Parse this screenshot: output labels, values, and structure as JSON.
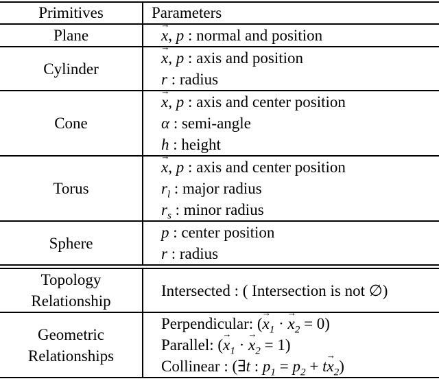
{
  "page": {
    "background": "#ffffff",
    "text_color": "#000000",
    "rule_color": "#000000"
  },
  "table": {
    "columns": [
      "Primitives",
      "Parameters"
    ],
    "rows": [
      {
        "group": "primitive",
        "label_lines": [
          "Plane"
        ],
        "param_lines": [
          [
            {
              "v": "x"
            },
            {
              "t": ", "
            },
            {
              "m": "p"
            },
            {
              "t": " : normal and position"
            }
          ]
        ]
      },
      {
        "group": "primitive",
        "label_lines": [
          "Cylinder"
        ],
        "param_lines": [
          [
            {
              "v": "x"
            },
            {
              "t": ", "
            },
            {
              "m": "p"
            },
            {
              "t": " : axis and position"
            }
          ],
          [
            {
              "m": "r"
            },
            {
              "t": " : radius"
            }
          ]
        ]
      },
      {
        "group": "primitive",
        "label_lines": [
          "Cone"
        ],
        "param_lines": [
          [
            {
              "v": "x"
            },
            {
              "t": ", "
            },
            {
              "m": "p"
            },
            {
              "t": " : axis and center position"
            }
          ],
          [
            {
              "m": "α"
            },
            {
              "t": " : semi-angle"
            }
          ],
          [
            {
              "m": "h"
            },
            {
              "t": " : height"
            }
          ]
        ]
      },
      {
        "group": "primitive",
        "label_lines": [
          "Torus"
        ],
        "param_lines": [
          [
            {
              "v": "x"
            },
            {
              "t": ", "
            },
            {
              "m": "p"
            },
            {
              "t": " : axis and center position"
            }
          ],
          [
            {
              "m": "r"
            },
            {
              "s": "l"
            },
            {
              "t": " : major radius"
            }
          ],
          [
            {
              "m": "r"
            },
            {
              "s": "s"
            },
            {
              "t": " : minor radius"
            }
          ]
        ]
      },
      {
        "group": "primitive",
        "label_lines": [
          "Sphere"
        ],
        "param_lines": [
          [
            {
              "m": "p"
            },
            {
              "t": " : center position"
            }
          ],
          [
            {
              "m": "r"
            },
            {
              "t": " : radius"
            }
          ]
        ]
      },
      {
        "group": "relationship",
        "section_break": true,
        "label_lines": [
          "Topology",
          "Relationship"
        ],
        "param_lines": [
          [
            {
              "t": "Intersected : ( Intersection is not ∅)"
            }
          ]
        ]
      },
      {
        "group": "relationship",
        "label_lines": [
          "Geometric",
          "Relationships"
        ],
        "param_lines": [
          [
            {
              "t": "Perpendicular: ("
            },
            {
              "v": "x"
            },
            {
              "s": "1"
            },
            {
              "t": " · "
            },
            {
              "v": "x"
            },
            {
              "s": "2"
            },
            {
              "t": " = 0)"
            }
          ],
          [
            {
              "t": "Parallel: ("
            },
            {
              "v": "x"
            },
            {
              "s": "1"
            },
            {
              "t": " · "
            },
            {
              "v": "x"
            },
            {
              "s": "2"
            },
            {
              "t": " = 1)"
            }
          ],
          [
            {
              "t": "Collinear : (∃"
            },
            {
              "m": "t"
            },
            {
              "t": " : "
            },
            {
              "m": "p"
            },
            {
              "s": "1"
            },
            {
              "t": " = "
            },
            {
              "m": "p"
            },
            {
              "s": "2"
            },
            {
              "t": " + "
            },
            {
              "m": "t"
            },
            {
              "v": "x"
            },
            {
              "s": "2"
            },
            {
              "t": ")"
            }
          ]
        ]
      }
    ]
  }
}
